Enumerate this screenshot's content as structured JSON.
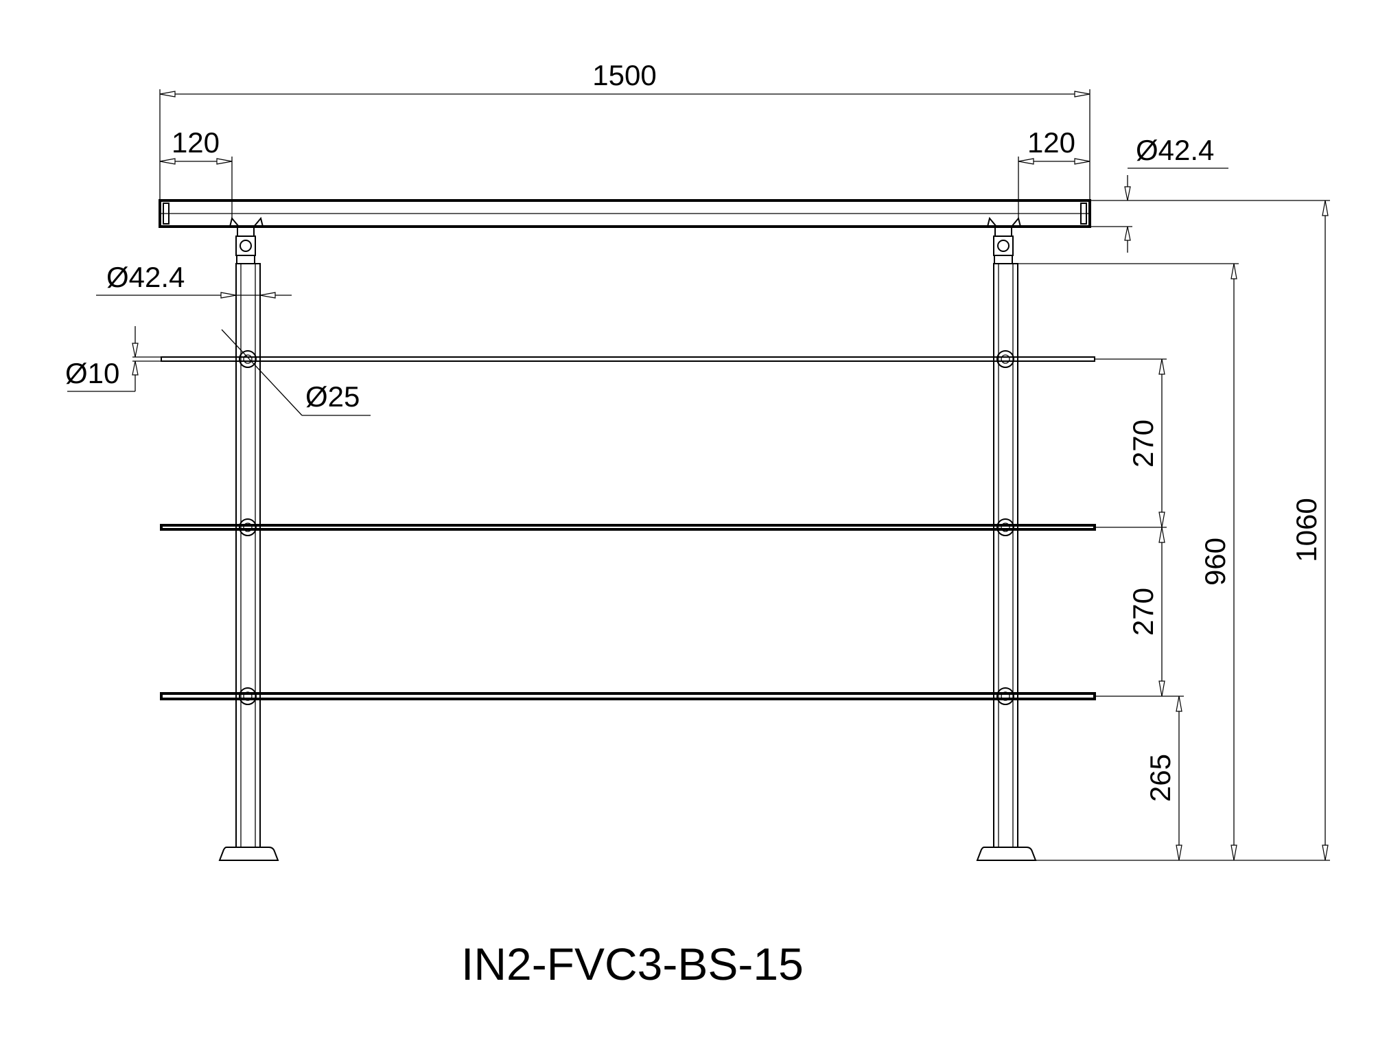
{
  "drawing": {
    "model_code": "IN2-FVC3-BS-15",
    "dimensions": {
      "total_width": "1500",
      "left_offset": "120",
      "right_offset": "120",
      "handrail_diameter": "Ø42.4",
      "post_diameter": "Ø42.4",
      "bar_diameter": "Ø10",
      "bar_holder_diameter": "Ø25",
      "bar_spacing_upper": "270",
      "bar_spacing_lower": "270",
      "bottom_bar_height": "265",
      "post_height": "960",
      "total_height": "1060"
    }
  }
}
